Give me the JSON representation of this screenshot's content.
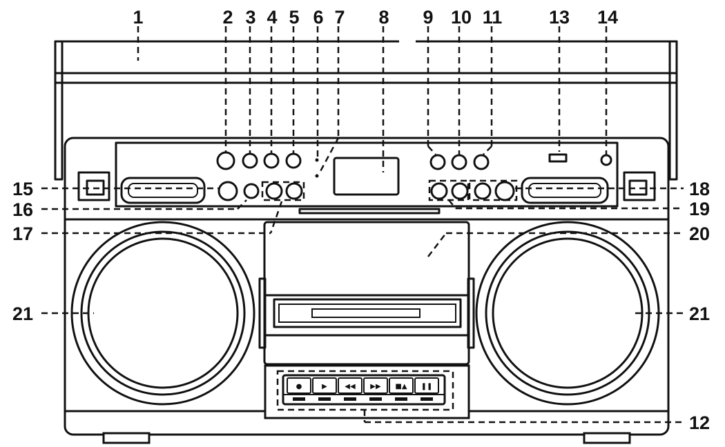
{
  "callouts": [
    {
      "id": "1",
      "text": "1"
    },
    {
      "id": "2",
      "text": "2"
    },
    {
      "id": "3",
      "text": "3"
    },
    {
      "id": "4",
      "text": "4"
    },
    {
      "id": "5",
      "text": "5"
    },
    {
      "id": "6",
      "text": "6"
    },
    {
      "id": "7",
      "text": "7"
    },
    {
      "id": "8",
      "text": "8"
    },
    {
      "id": "9",
      "text": "9"
    },
    {
      "id": "10",
      "text": "10"
    },
    {
      "id": "11",
      "text": "11"
    },
    {
      "id": "13",
      "text": "13"
    },
    {
      "id": "14",
      "text": "14"
    },
    {
      "id": "15",
      "text": "15"
    },
    {
      "id": "16",
      "text": "16"
    },
    {
      "id": "17",
      "text": "17"
    },
    {
      "id": "18",
      "text": "18"
    },
    {
      "id": "19",
      "text": "19"
    },
    {
      "id": "20",
      "text": "20"
    },
    {
      "id": "21L",
      "text": "21"
    },
    {
      "id": "21R",
      "text": "21"
    },
    {
      "id": "12",
      "text": "12"
    }
  ],
  "cassette_keys": [
    {
      "icon": "record-icon",
      "glyph": "●"
    },
    {
      "icon": "play-icon",
      "glyph": "▶"
    },
    {
      "icon": "rewind-icon",
      "glyph": "◀◀"
    },
    {
      "icon": "fast-forward-icon",
      "glyph": "▶▶"
    },
    {
      "icon": "stop-eject-icon",
      "glyph": "■▲"
    },
    {
      "icon": "pause-icon",
      "glyph": "❚❚"
    }
  ],
  "colors": {
    "line": "#111111",
    "background": "#ffffff"
  }
}
